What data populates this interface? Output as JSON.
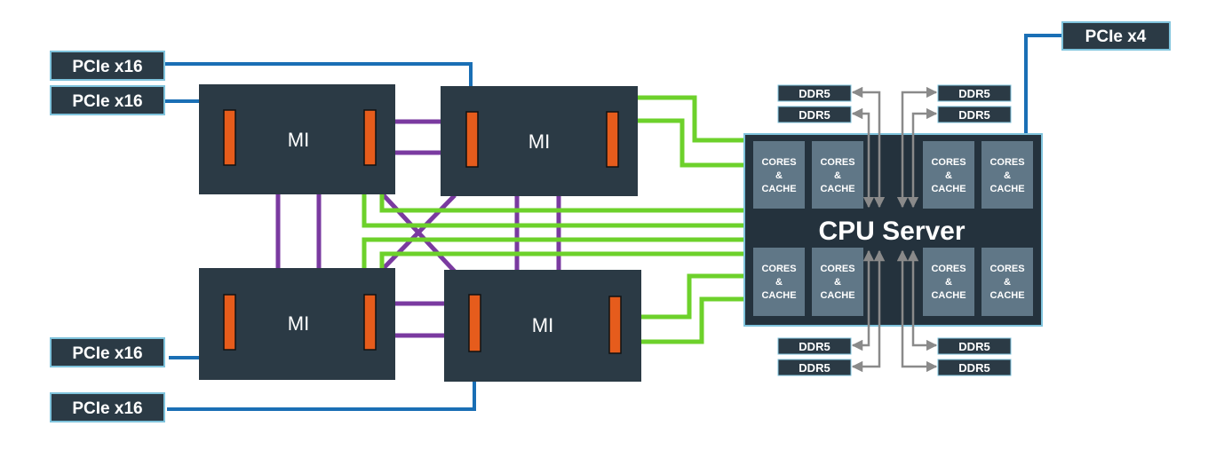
{
  "colors": {
    "module_fill": "#2b3a45",
    "module_fill_dark": "#23303a",
    "connector": "#e65c1c",
    "pcie_line": "#1a6fb5",
    "pcie_fill": "#2b3a45",
    "pcie_border": "#7fc3dc",
    "link_purple": "#7a3aa0",
    "link_green": "#6dd12b",
    "cpu_fill": "#24323d",
    "cpu_border": "#7fc3dc",
    "core_fill": "#607787",
    "ddr_fill": "#2b3a45",
    "ddr_arrow": "#8a8a8a"
  },
  "accelerators": [
    {
      "label": "MI"
    },
    {
      "label": "MI"
    },
    {
      "label": "MI"
    },
    {
      "label": "MI"
    }
  ],
  "pcie": {
    "top_left_1": "PCIe x16",
    "top_left_2": "PCIe x16",
    "bottom_left_1": "PCIe x16",
    "bottom_left_2": "PCIe x16",
    "cpu": "PCIe x4"
  },
  "cpu": {
    "title": "CPU Server",
    "cores": [
      {
        "line1": "CORES",
        "line2": "&",
        "line3": "CACHE"
      },
      {
        "line1": "CORES",
        "line2": "&",
        "line3": "CACHE"
      },
      {
        "line1": "CORES",
        "line2": "&",
        "line3": "CACHE"
      },
      {
        "line1": "CORES",
        "line2": "&",
        "line3": "CACHE"
      },
      {
        "line1": "CORES",
        "line2": "&",
        "line3": "CACHE"
      },
      {
        "line1": "CORES",
        "line2": "&",
        "line3": "CACHE"
      },
      {
        "line1": "CORES",
        "line2": "&",
        "line3": "CACHE"
      },
      {
        "line1": "CORES",
        "line2": "&",
        "line3": "CACHE"
      }
    ]
  },
  "ddr": [
    "DDR5",
    "DDR5",
    "DDR5",
    "DDR5",
    "DDR5",
    "DDR5",
    "DDR5",
    "DDR5"
  ]
}
